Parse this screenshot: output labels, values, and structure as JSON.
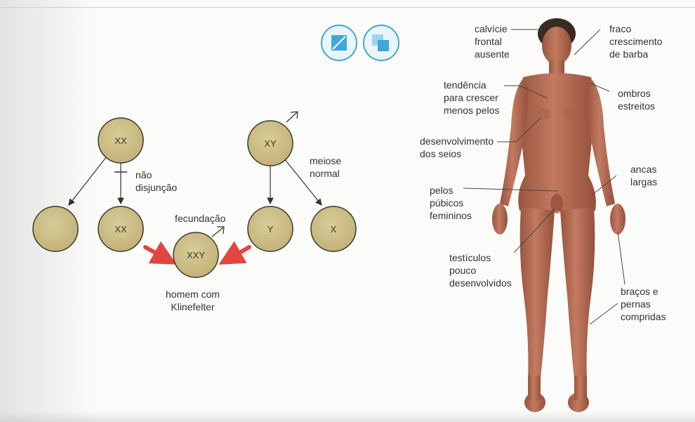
{
  "meiosis_diagram": {
    "cells": {
      "mother_parent": "XX",
      "mother_gamete_empty": "",
      "mother_gamete": "XX",
      "father_parent": "XY",
      "father_gamete_y": "Y",
      "father_gamete_x": "X",
      "zygote": "XXY"
    },
    "labels": {
      "nondisjunction": "não\ndisjunção",
      "normal_meiosis": "meiose\nnormal",
      "fertilization": "fecundação",
      "result": "homem com\nKlinefelter"
    }
  },
  "body_annotations": {
    "frontal_baldness": "calvície\nfrontal\nausente",
    "weak_beard": "fraco\ncrescimento\nde barba",
    "less_hair": "tendência\npara crescer\nmenos pelos",
    "narrow_shoulders": "ombros\nestreitos",
    "breast_development": "desenvolvimento\ndos seios",
    "wide_hips": "ancas\nlargas",
    "pubic_hair": "pelos\npúbicos\nfemininos",
    "testicles": "testículos\npouco\ndesenvolvidos",
    "long_limbs": "braços e\npernas\ncompridas"
  },
  "colors": {
    "cell_fill": "#cdbf8a",
    "cell_stroke": "#3c3a2a",
    "fertilization_arrow": "#e0473e",
    "skin": "#b86e55",
    "badge_blue": "#3fa8d8"
  }
}
